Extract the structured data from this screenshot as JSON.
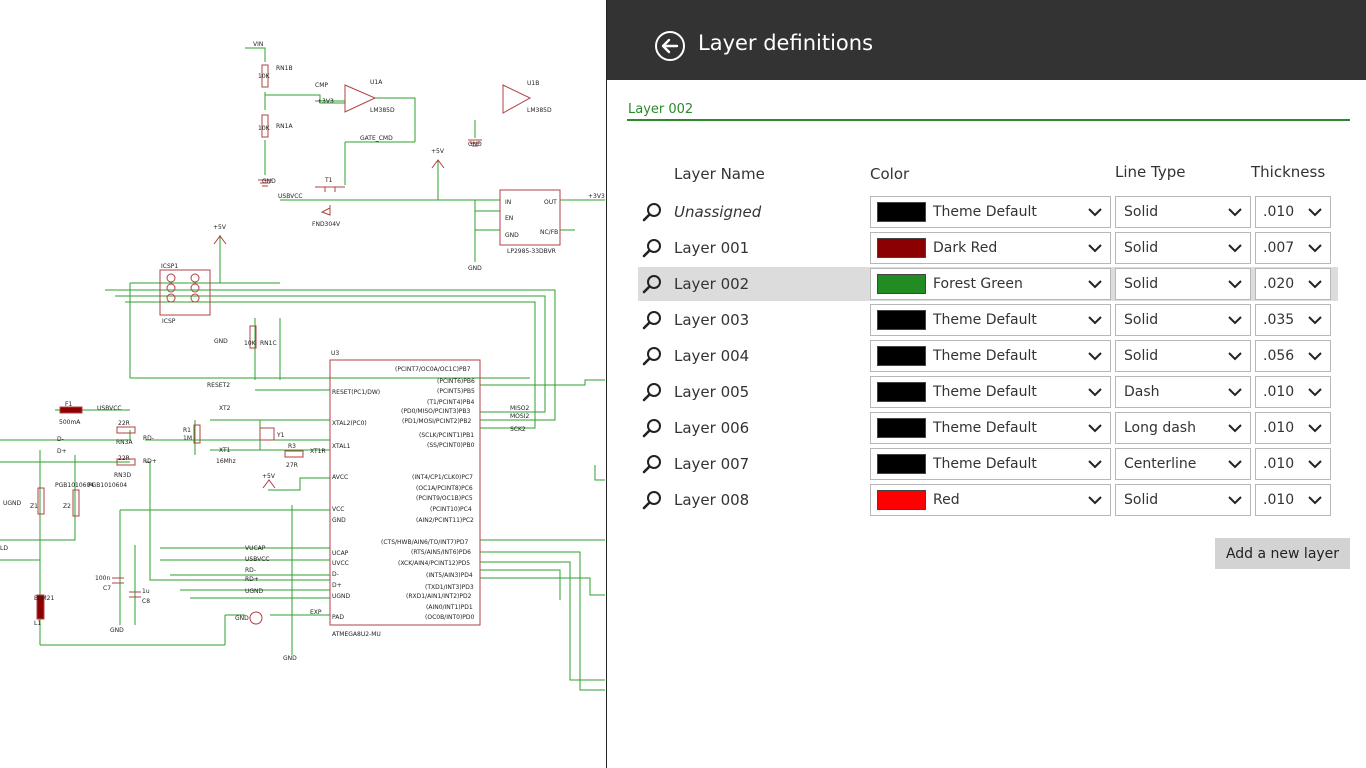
{
  "schematic": {
    "colors": {
      "wire": "#2ca02c",
      "part": "#b04040",
      "text": "#222222"
    },
    "labels": [
      "VIN",
      "RN1B",
      "10K",
      "10K",
      "RN1A",
      "GND",
      "CMP",
      "+3V3",
      "U1A",
      "LM385D",
      "GATE_CMD",
      "U1B",
      "LM385D",
      "GND",
      "+5V",
      "USBVCC",
      "T1",
      "FND304V",
      "IN",
      "EN",
      "GND",
      "OUT",
      "NC/FB",
      "LP2985-33DBVR",
      "GND",
      "+3V3",
      "+5V",
      "ICSP1",
      "ICSP",
      "GND",
      "10K",
      "RN1C",
      "RESET2",
      "U3",
      "(PCINT7/OC0A/OC1C)PB7",
      "(PCINT6)PB6",
      "(PCINT5)PB5",
      "(T1/PCINT4)PB4",
      "(PD0/MISO/PCINT3)PB3",
      "(PD1/MOSI/PCINT2)PB2",
      "(SCLK/PCINT1)PB1",
      "(SS/PCINT0)PB0",
      "RESET(PC1/DW)",
      "XTAL2(PC0)",
      "XTAL1",
      "AVCC",
      "VCC",
      "GND",
      "(INT4/CP1/CLK0)PC7",
      "(OC1A/PCINT8)PC6",
      "(PCINT9/OC1B)PC5",
      "(PCINT10)PC4",
      "(AIN2/PCINT11)PC2",
      "(CTS/HWB/AIN6/TO/INT7)PD7",
      "(RTS/AIN5/INT6)PD6",
      "(XCK/AIN4/PCINT12)PD5",
      "(INT5/AIN3)PD4",
      "(TXD1/INT3)PD3",
      "(RXD1/AIN1/INT2)PD2",
      "(AIN0/INT1)PD1",
      "(OC0B/INT0)PD0",
      "UCAP",
      "UVCC",
      "D-",
      "D+",
      "UGND",
      "PAD",
      "EXP",
      "ATMEGA8U2-MU",
      "MISO2",
      "MOSI2",
      "SCK2",
      "XT2",
      "XT1",
      "16Mhz",
      "R1",
      "1M",
      "R3",
      "27R",
      "XT1R",
      "Y1",
      "F1",
      "500mA",
      "USBVCC",
      "D-",
      "D+",
      "RN3A",
      "22R",
      "RD-",
      "RN3D",
      "22R",
      "RD+",
      "Z1",
      "Z2",
      "PGB1010604",
      "PGB1010604",
      "UGND",
      "BLM21",
      "L1",
      "LD",
      "VUCAP",
      "USBVCC",
      "RD-",
      "RD+",
      "UGND",
      "100n",
      "C7",
      "1u",
      "C8",
      "GND",
      "GND",
      "GND",
      "+5V"
    ]
  },
  "panel": {
    "title": "Layer definitions",
    "back_icon": "back-arrow-circle-icon",
    "section_label": "Layer 002",
    "columns": {
      "name": "Layer Name",
      "color": "Color",
      "line_type": "Line Type",
      "thickness": "Thickness"
    },
    "rows": [
      {
        "name": "Unassigned",
        "color_name": "Theme Default",
        "swatch": "#000000",
        "line_type": "Solid",
        "thickness": ".010",
        "italic": true,
        "selected": false
      },
      {
        "name": "Layer 001",
        "color_name": "Dark Red",
        "swatch": "#8b0000",
        "line_type": "Solid",
        "thickness": ".007",
        "italic": false,
        "selected": false
      },
      {
        "name": "Layer 002",
        "color_name": "Forest Green",
        "swatch": "#228b22",
        "line_type": "Solid",
        "thickness": ".020",
        "italic": false,
        "selected": true
      },
      {
        "name": "Layer 003",
        "color_name": "Theme Default",
        "swatch": "#000000",
        "line_type": "Solid",
        "thickness": ".035",
        "italic": false,
        "selected": false
      },
      {
        "name": "Layer 004",
        "color_name": "Theme Default",
        "swatch": "#000000",
        "line_type": "Solid",
        "thickness": ".056",
        "italic": false,
        "selected": false
      },
      {
        "name": "Layer 005",
        "color_name": "Theme Default",
        "swatch": "#000000",
        "line_type": "Dash",
        "thickness": ".010",
        "italic": false,
        "selected": false
      },
      {
        "name": "Layer 006",
        "color_name": "Theme Default",
        "swatch": "#000000",
        "line_type": "Long dash",
        "thickness": ".010",
        "italic": false,
        "selected": false
      },
      {
        "name": "Layer 007",
        "color_name": "Theme Default",
        "swatch": "#000000",
        "line_type": "Centerline",
        "thickness": ".010",
        "italic": false,
        "selected": false
      },
      {
        "name": "Layer 008",
        "color_name": "Red",
        "swatch": "#ff0000",
        "line_type": "Solid",
        "thickness": ".010",
        "italic": false,
        "selected": false
      }
    ],
    "add_button_label": "Add a new layer",
    "colors": {
      "header_bg": "#333333",
      "accent": "#2a8a2a",
      "selected_row": "#dcdcdc"
    }
  }
}
